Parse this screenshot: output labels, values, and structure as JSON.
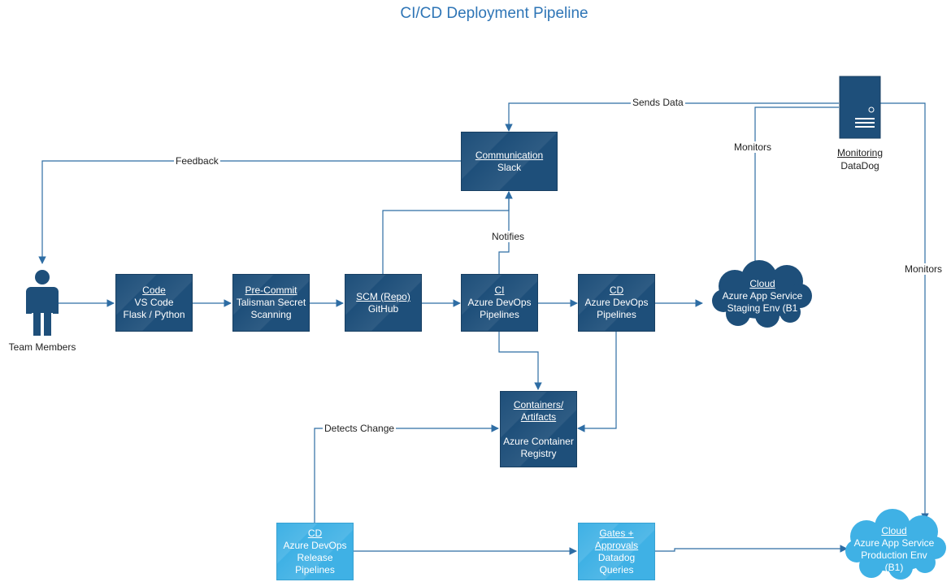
{
  "title": "CI/CD Deployment Pipeline",
  "actor": {
    "label": "Team Members"
  },
  "nodes": {
    "code": {
      "title": "Code",
      "lines": [
        "VS Code",
        "Flask / Python"
      ]
    },
    "precommit": {
      "title": "Pre-Commit",
      "lines": [
        "Talisman Secret",
        "Scanning"
      ]
    },
    "scm": {
      "title": "SCM (Repo)",
      "lines": [
        "GitHub"
      ]
    },
    "ci": {
      "title": "CI",
      "lines": [
        "Azure DevOps",
        "Pipelines"
      ]
    },
    "cd": {
      "title": "CD",
      "lines": [
        "Azure DevOps",
        "Pipelines"
      ]
    },
    "communication": {
      "title": "Communication",
      "lines": [
        "Slack"
      ]
    },
    "containers": {
      "title": [
        "Containers/",
        "Artifacts"
      ],
      "lines": [
        "Azure Container",
        "Registry"
      ]
    },
    "release": {
      "title": "CD",
      "lines": [
        "Azure DevOps",
        "Release",
        "Pipelines"
      ]
    },
    "gates": {
      "title": [
        "Gates +",
        "Approvals"
      ],
      "lines": [
        "Datadog",
        "Queries"
      ]
    },
    "staging": {
      "title": "Cloud",
      "lines": [
        "Azure App Service",
        "Staging Env (B1"
      ]
    },
    "production": {
      "title": "Cloud",
      "lines": [
        "Azure App Service",
        "Production Env",
        "(B1)"
      ]
    },
    "monitoring": {
      "title": "Monitoring",
      "lines": [
        "DataDog"
      ]
    }
  },
  "edge_labels": {
    "sends_data": "Sends Data",
    "feedback": "Feedback",
    "monitors_staging": "Monitors",
    "monitors_production": "Monitors",
    "notifies": "Notifies",
    "detects_change": "Detects Change"
  },
  "colors": {
    "title": "#2e75b6",
    "dark_node": "#1e4f7a",
    "light_node": "#3fb1e5",
    "edge": "#2e6da4"
  },
  "icons": [
    "person-icon",
    "server-icon",
    "cloud-icon"
  ]
}
